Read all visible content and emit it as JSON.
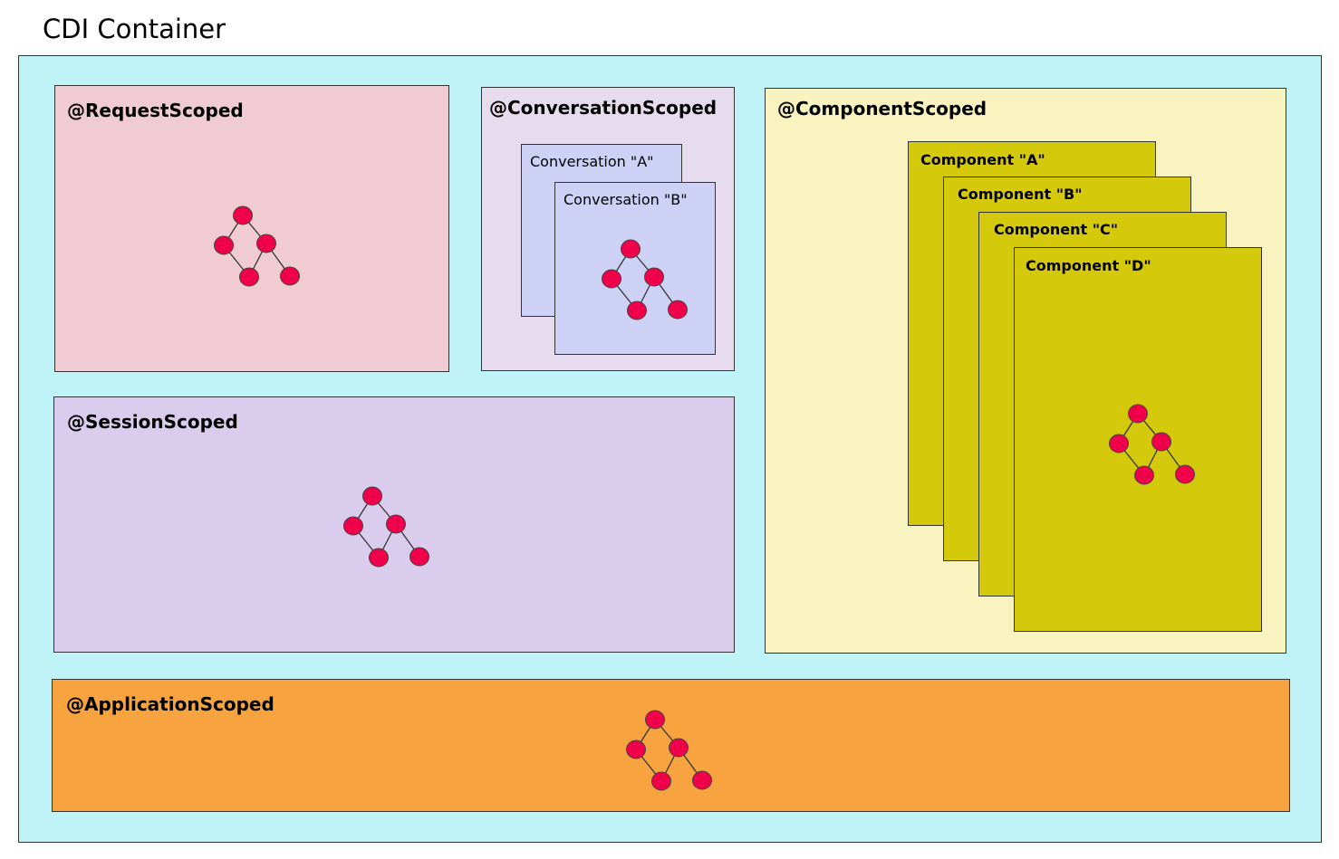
{
  "title": "CDI Container",
  "colors": {
    "container": "#bff3f8",
    "request": "#f1cbd3",
    "conversation": "#e7dbee",
    "conversation_inner": "#cdd1f5",
    "session": "#d9ccec",
    "component": "#f9f4bf",
    "component_inner": "#d4c90a",
    "application": "#f7a440",
    "node": "#f0004a"
  },
  "scopes": {
    "request": {
      "label": "@RequestScoped"
    },
    "conversation": {
      "label": "@ConversationScoped",
      "items": [
        "Conversation \"A\"",
        "Conversation \"B\""
      ]
    },
    "component": {
      "label": "@ComponentScoped",
      "items": [
        "Component \"A\"",
        "Component \"B\"",
        "Component \"C\"",
        "Component \"D\""
      ]
    },
    "session": {
      "label": "@SessionScoped"
    },
    "application": {
      "label": "@ApplicationScoped"
    }
  },
  "icons": {
    "tree": "bean-tree-icon"
  }
}
